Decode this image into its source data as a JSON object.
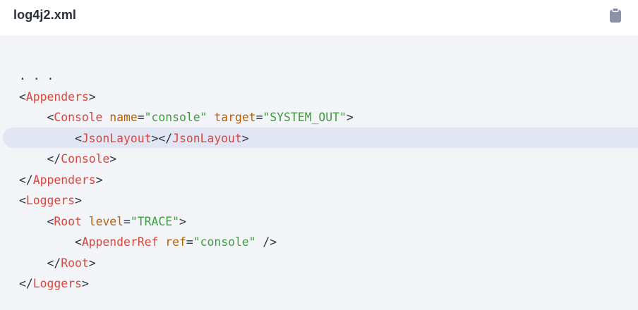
{
  "file": {
    "name": "log4j2.xml"
  },
  "toolbar": {
    "copy_icon": "clipboard-icon"
  },
  "colors": {
    "punct": "#2f3340",
    "tag": "#d6473d",
    "attr": "#b5620a",
    "string": "#3f9b3f",
    "highlight": "#e2e5f3"
  },
  "code": {
    "highlighted_line": 4,
    "lines": [
      [
        {
          "t": "p",
          "s": ". . ."
        }
      ],
      [
        {
          "t": "p",
          "s": "<"
        },
        {
          "t": "t",
          "s": "Appenders"
        },
        {
          "t": "p",
          "s": ">"
        }
      ],
      [
        {
          "t": "p",
          "s": "    <"
        },
        {
          "t": "t",
          "s": "Console"
        },
        {
          "t": "p",
          "s": " "
        },
        {
          "t": "a",
          "s": "name"
        },
        {
          "t": "p",
          "s": "="
        },
        {
          "t": "v",
          "s": "\"console\""
        },
        {
          "t": "p",
          "s": " "
        },
        {
          "t": "a",
          "s": "target"
        },
        {
          "t": "p",
          "s": "="
        },
        {
          "t": "v",
          "s": "\"SYSTEM_OUT\""
        },
        {
          "t": "p",
          "s": ">"
        }
      ],
      [
        {
          "t": "p",
          "s": "        <"
        },
        {
          "t": "t",
          "s": "JsonLayout"
        },
        {
          "t": "p",
          "s": "></"
        },
        {
          "t": "t",
          "s": "JsonLayout"
        },
        {
          "t": "p",
          "s": ">"
        }
      ],
      [
        {
          "t": "p",
          "s": "    </"
        },
        {
          "t": "t",
          "s": "Console"
        },
        {
          "t": "p",
          "s": ">"
        }
      ],
      [
        {
          "t": "p",
          "s": "</"
        },
        {
          "t": "t",
          "s": "Appenders"
        },
        {
          "t": "p",
          "s": ">"
        }
      ],
      [
        {
          "t": "p",
          "s": "<"
        },
        {
          "t": "t",
          "s": "Loggers"
        },
        {
          "t": "p",
          "s": ">"
        }
      ],
      [
        {
          "t": "p",
          "s": "    <"
        },
        {
          "t": "t",
          "s": "Root"
        },
        {
          "t": "p",
          "s": " "
        },
        {
          "t": "a",
          "s": "level"
        },
        {
          "t": "p",
          "s": "="
        },
        {
          "t": "v",
          "s": "\"TRACE\""
        },
        {
          "t": "p",
          "s": ">"
        }
      ],
      [
        {
          "t": "p",
          "s": "        <"
        },
        {
          "t": "t",
          "s": "AppenderRef"
        },
        {
          "t": "p",
          "s": " "
        },
        {
          "t": "a",
          "s": "ref"
        },
        {
          "t": "p",
          "s": "="
        },
        {
          "t": "v",
          "s": "\"console\""
        },
        {
          "t": "p",
          "s": " />"
        }
      ],
      [
        {
          "t": "p",
          "s": "    </"
        },
        {
          "t": "t",
          "s": "Root"
        },
        {
          "t": "p",
          "s": ">"
        }
      ],
      [
        {
          "t": "p",
          "s": "</"
        },
        {
          "t": "t",
          "s": "Loggers"
        },
        {
          "t": "p",
          "s": ">"
        }
      ]
    ]
  }
}
